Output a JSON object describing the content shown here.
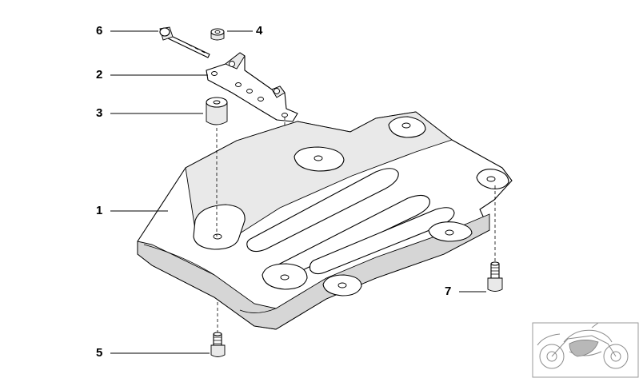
{
  "callouts": {
    "c1": "1",
    "c2": "2",
    "c3": "3",
    "c4": "4",
    "c5": "5",
    "c6": "6",
    "c7": "7"
  },
  "thumbnail": {
    "icon": "motorcycle-thumbnail-icon"
  }
}
